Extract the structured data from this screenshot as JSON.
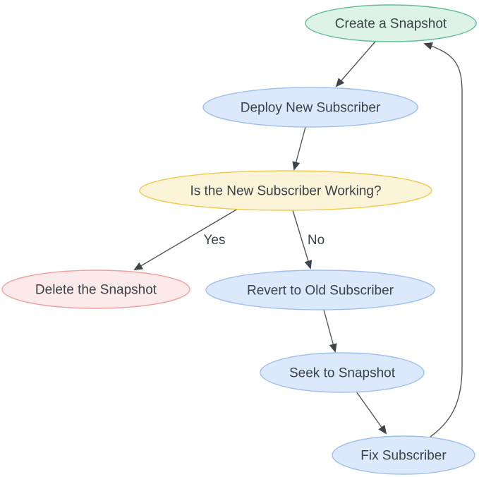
{
  "nodes": [
    {
      "id": "create-snapshot",
      "label": "Create a Snapshot",
      "fill": "#ddf3e6",
      "stroke": "#5fbf96"
    },
    {
      "id": "deploy-new-subscriber",
      "label": "Deploy New Subscriber",
      "fill": "#dce9fc",
      "stroke": "#9dc0f0"
    },
    {
      "id": "is-new-subscriber-working",
      "label": "Is the New Subscriber Working?",
      "fill": "#fcf4d8",
      "stroke": "#f2c84b"
    },
    {
      "id": "delete-the-snapshot",
      "label": "Delete the Snapshot",
      "fill": "#fce9e9",
      "stroke": "#f09d9d"
    },
    {
      "id": "revert-to-old-subscriber",
      "label": "Revert to Old Subscriber",
      "fill": "#dce9fc",
      "stroke": "#9dc0f0"
    },
    {
      "id": "seek-to-snapshot",
      "label": "Seek to Snapshot",
      "fill": "#dce9fc",
      "stroke": "#9dc0f0"
    },
    {
      "id": "fix-subscriber",
      "label": "Fix Subscriber",
      "fill": "#dce9fc",
      "stroke": "#9dc0f0"
    }
  ],
  "edges": [
    {
      "from": "create-snapshot",
      "to": "deploy-new-subscriber",
      "label": ""
    },
    {
      "from": "deploy-new-subscriber",
      "to": "is-new-subscriber-working",
      "label": ""
    },
    {
      "from": "is-new-subscriber-working",
      "to": "delete-the-snapshot",
      "label": "Yes"
    },
    {
      "from": "is-new-subscriber-working",
      "to": "revert-to-old-subscriber",
      "label": "No"
    },
    {
      "from": "revert-to-old-subscriber",
      "to": "seek-to-snapshot",
      "label": ""
    },
    {
      "from": "seek-to-snapshot",
      "to": "fix-subscriber",
      "label": ""
    },
    {
      "from": "fix-subscriber",
      "to": "create-snapshot",
      "label": ""
    }
  ],
  "colors": {
    "edge": "#51565c",
    "arrowhead": "#3e444a",
    "text": "#3b4248",
    "background": "#ffffff"
  }
}
